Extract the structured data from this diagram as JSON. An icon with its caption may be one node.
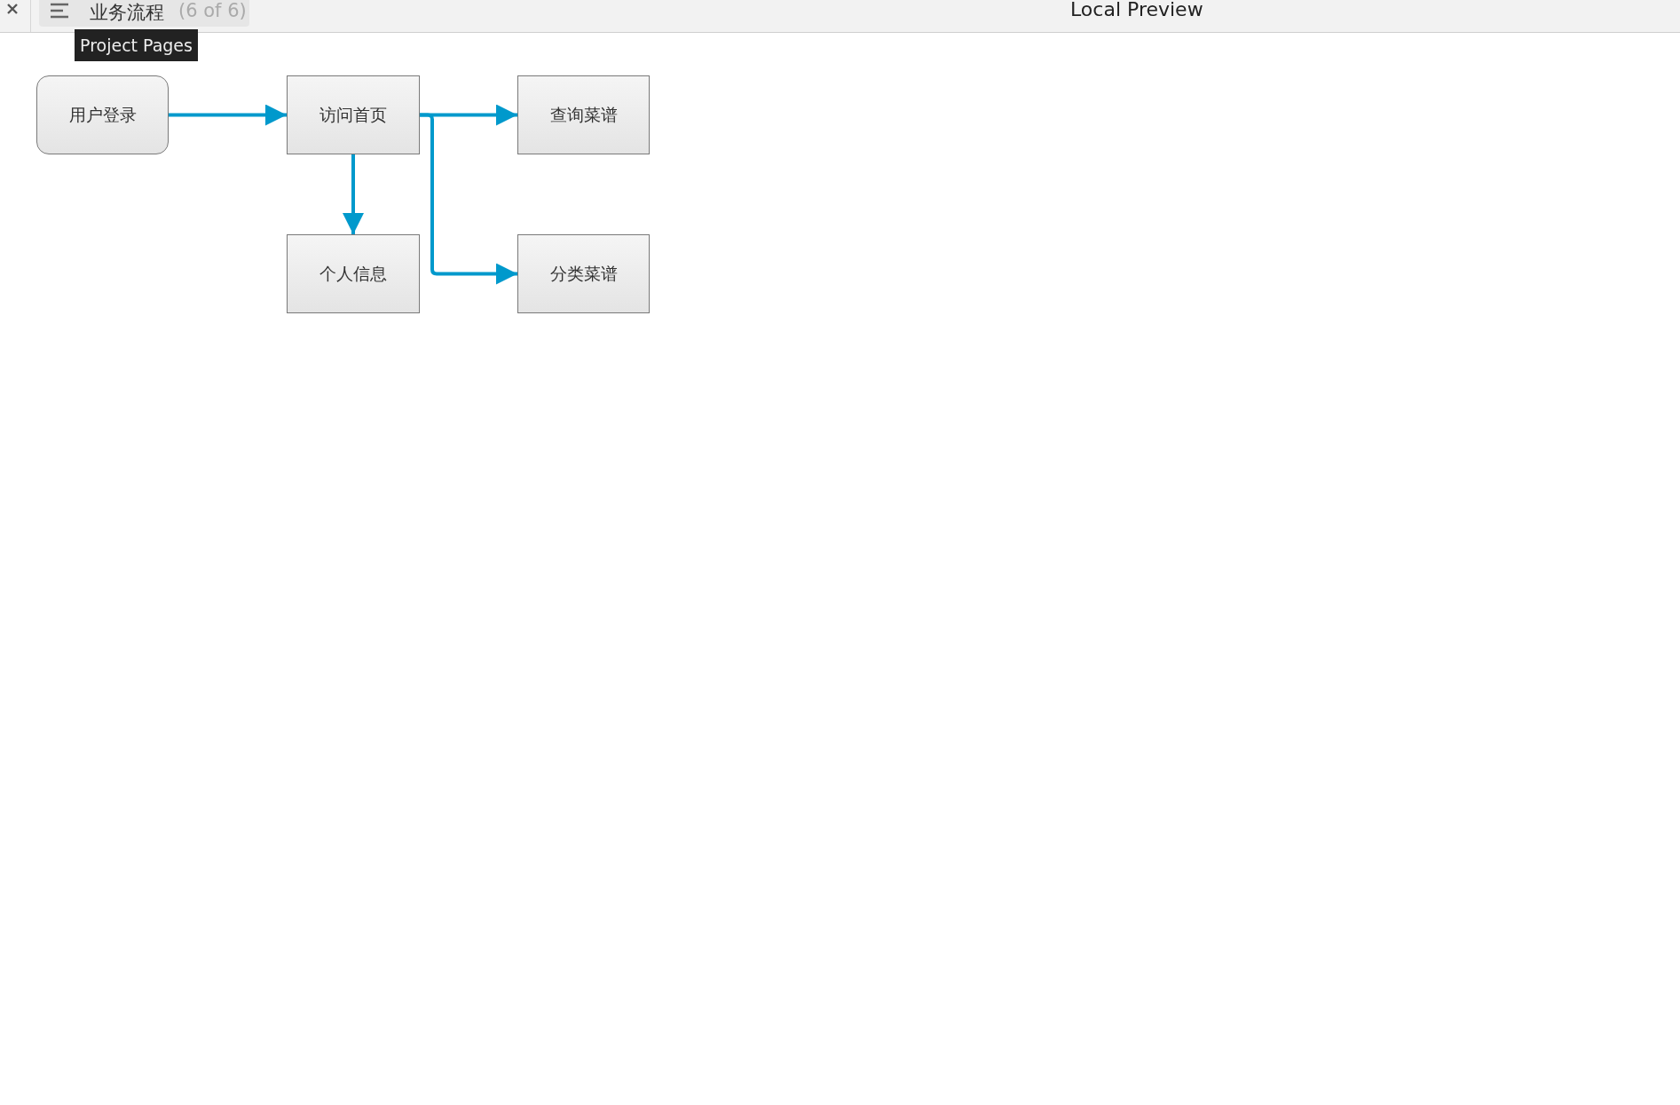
{
  "diagram": {
    "nodes": [
      {
        "text": [
          "用户登录"
        ]
      },
      {
        "text": [
          "访问首页"
        ]
      },
      {
        "text": [
          "个人信息"
        ]
      },
      {
        "text": [
          "查询菜谱"
        ]
      },
      {
        "text": [
          "分类菜谱"
        ]
      }
    ],
    "edges": [
      {
        "from": 0,
        "to": 1,
        "arrow": "to"
      },
      {
        "from": 1,
        "to": 2,
        "arrow": "to"
      },
      {
        "from": 1,
        "to": 3,
        "arrow": "to"
      },
      {
        "from": 1,
        "to": 4,
        "arrow": "to"
      }
    ],
    "labels": [
      "业务流程",
      "(6 of 6)",
      "Project Pages",
      "Local Preview"
    ]
  }
}
